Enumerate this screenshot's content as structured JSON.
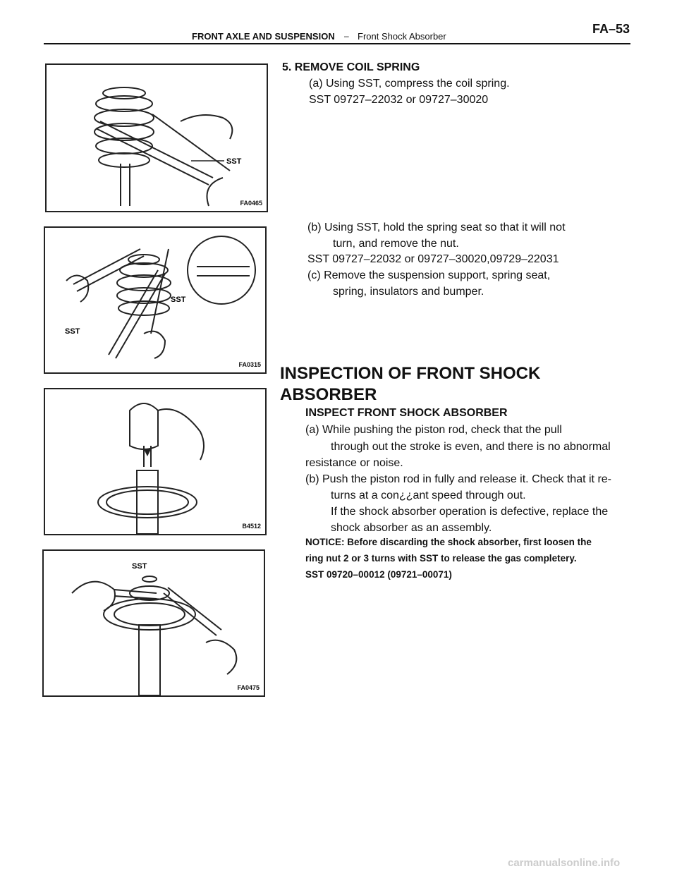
{
  "header": {
    "section": "FRONT AXLE AND SUSPENSION",
    "dash": "–",
    "subsection": "Front Shock Absorber",
    "page": "FA–53"
  },
  "figures": [
    {
      "code": "FA0465",
      "labels": [
        "SST"
      ]
    },
    {
      "code": "FA0315",
      "labels": [
        "SST",
        "SST"
      ]
    },
    {
      "code": "B4512",
      "labels": []
    },
    {
      "code": "FA0475",
      "labels": [
        "SST"
      ]
    }
  ],
  "step5": {
    "title": "5.  REMOVE COIL SPRING",
    "a": "(a) Using SST, compress the coil spring.",
    "a_sst": "SST  09727–22032  or  09727–30020",
    "b1": "(b) Using SST, hold the spring seat so that it will not",
    "b2": "turn, and remove the nut.",
    "b_sst": "SST  09727–22032  or  09727–30020,09729–22031",
    "c1": "(c)  Remove  the  suspension  support,  spring  seat,",
    "c2": "spring, insulators and bumper."
  },
  "inspection": {
    "heading_line1": "INSPECTION OF FRONT SHOCK",
    "heading_line2": "ABSORBER",
    "subheading": "INSPECT FRONT SHOCK ABSORBER",
    "a1": "(a) While pushing the piston rod, check that the pull",
    "a2": "through out the stroke is even, and there is no abnormal",
    "a3": "resistance or noise.",
    "b1": "(b) Push the piston rod in fully and release it. Check that it re-",
    "b2": "turns at a con¿¿ant speed through out.",
    "b3": "If the shock absorber operation is defective, replace the",
    "b4": "shock absorber as an assembly.",
    "notice1": "NOTICE: Before discarding the shock absorber, first loosen the",
    "notice2": "ring nut 2 or 3 turns with SST to release the gas completery.",
    "notice3": "SST 09720–00012 (09721–00071)"
  },
  "watermark": "carmanualsonline.info"
}
